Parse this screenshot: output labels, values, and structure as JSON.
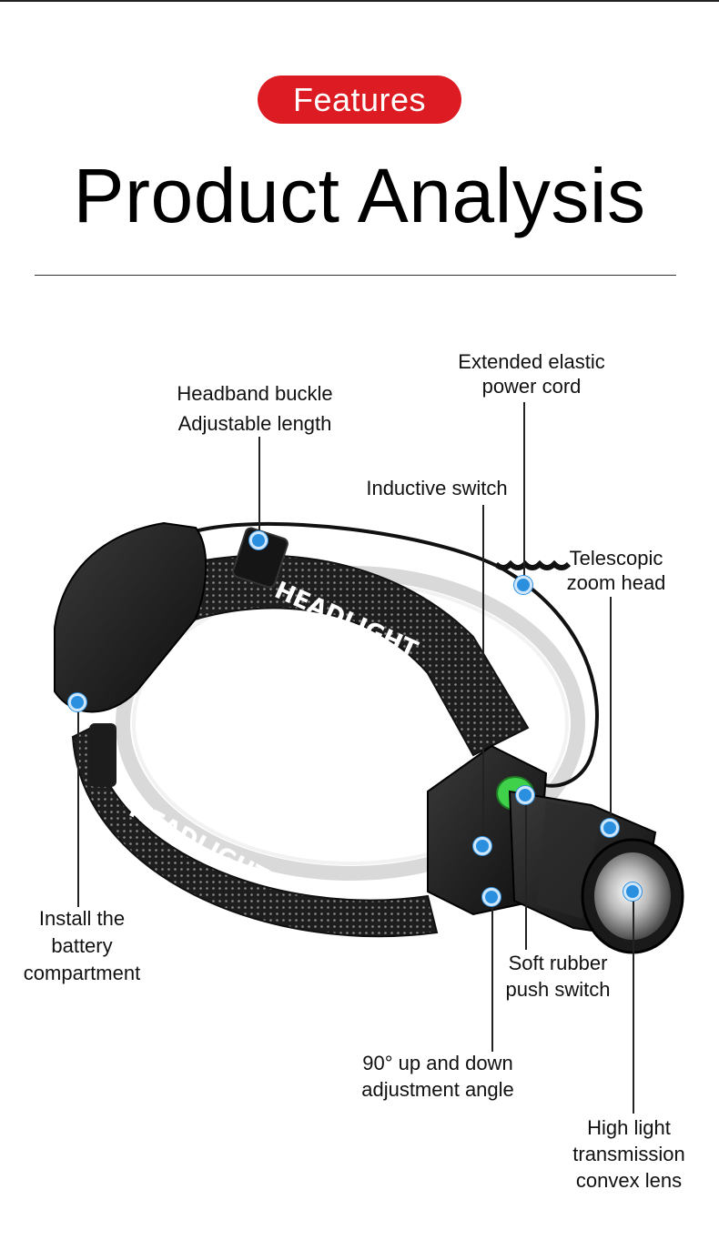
{
  "header": {
    "badge": "Features",
    "title": "Product Analysis"
  },
  "product_print": "HEADLIGHT",
  "colors": {
    "badge_red": "#dc1c22",
    "dot_blue": "#2b8fe0",
    "switch_green": "#3fd14a"
  },
  "callouts": {
    "cord": [
      "Extended elastic",
      "power cord"
    ],
    "buckle": [
      "Headband buckle",
      "Adjustable length"
    ],
    "inductive": [
      "Inductive switch"
    ],
    "zoom": [
      "Telescopic",
      "zoom head"
    ],
    "battery": [
      "Install the",
      "battery",
      "compartment"
    ],
    "rubber": [
      "Soft rubber",
      "push switch"
    ],
    "angle": [
      "90° up and down",
      "adjustment angle"
    ],
    "lens": [
      "High light",
      "transmission",
      "convex lens"
    ]
  }
}
